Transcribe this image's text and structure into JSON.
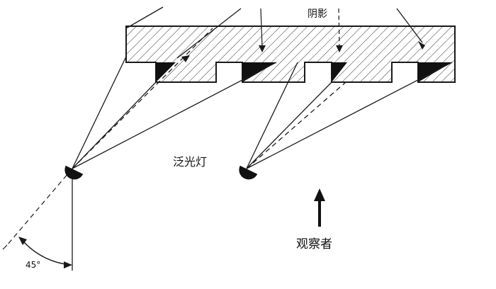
{
  "labels": {
    "shadow": "阴影",
    "floodlight": "泛光灯",
    "observer": "观察者",
    "angle": "45°"
  },
  "colors": {
    "ink": "#1a1a1a",
    "background": "#ffffff"
  }
}
